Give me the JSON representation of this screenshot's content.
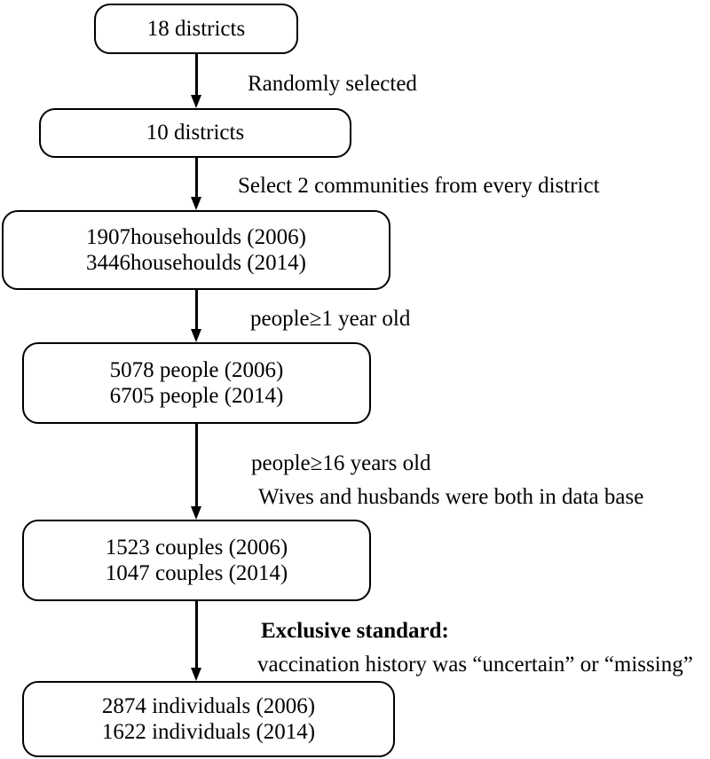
{
  "diagram": {
    "title": "Study population selection flowchart",
    "orientation": "top-to-bottom",
    "stroke_color": "#000000",
    "fill_color": "#ffffff"
  },
  "nodes": [
    {
      "id": "node-18-districts",
      "lines": [
        "18 districts"
      ]
    },
    {
      "id": "node-10-districts",
      "lines": [
        "10 districts"
      ]
    },
    {
      "id": "node-households",
      "lines": [
        "1907househoulds (2006)",
        "3446househoulds (2014)"
      ]
    },
    {
      "id": "node-people",
      "lines": [
        "5078 people (2006)",
        "6705 people (2014)"
      ]
    },
    {
      "id": "node-couples",
      "lines": [
        "1523 couples (2006)",
        "1047 couples (2014)"
      ]
    },
    {
      "id": "node-individuals",
      "lines": [
        "2874 individuals (2006)",
        "1622 individuals (2014)"
      ]
    }
  ],
  "edge_labels": [
    {
      "id": "label-randomly-selected",
      "text": "Randomly selected",
      "bold": false
    },
    {
      "id": "label-select-communities",
      "text": "Select 2 communities from every district",
      "bold": false
    },
    {
      "id": "label-age-1",
      "text": "people≥1 year old",
      "bold": false
    },
    {
      "id": "label-age-16",
      "text": "people≥16 years old",
      "bold": false
    },
    {
      "id": "label-wives-husbands",
      "text": "Wives and husbands were both in data base",
      "bold": false
    },
    {
      "id": "label-exclusive-standard",
      "text": "Exclusive standard:",
      "bold": true
    },
    {
      "id": "label-vaccination-history",
      "text": "vaccination history was “uncertain” or “missing”",
      "bold": false
    }
  ]
}
